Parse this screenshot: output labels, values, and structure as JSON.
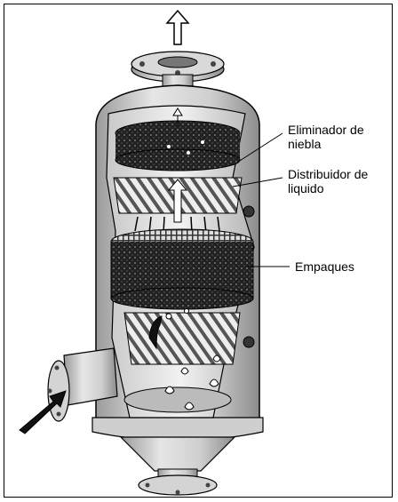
{
  "labels": {
    "mist_eliminator": "Eliminador de niebla",
    "liquid_distributor": "Distribuidor de liquido",
    "packing": "Empaques"
  }
}
